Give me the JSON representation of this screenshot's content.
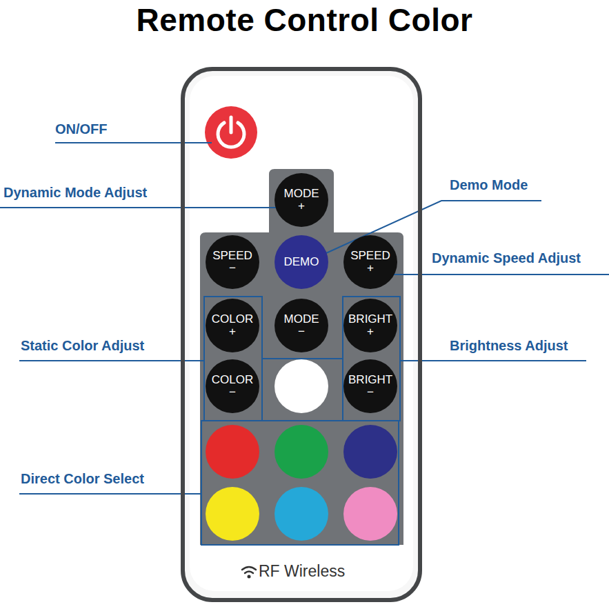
{
  "diagram": {
    "title": "Remote Control Color",
    "nodes": [
      {
        "text": [
          "RF Wireless"
        ]
      },
      {
        "text": [
          "MODE +"
        ],
        "in": 0
      },
      {
        "text": [
          "SPEED −"
        ],
        "in": 0
      },
      {
        "text": [
          "DEMO"
        ],
        "in": 0
      },
      {
        "text": [
          "SPEED +"
        ],
        "in": 0
      },
      {
        "text": [
          "COLOR +"
        ],
        "in": 0
      },
      {
        "text": [
          "MODE −"
        ],
        "in": 0
      },
      {
        "text": [
          "BRIGHT +"
        ],
        "in": 0
      },
      {
        "text": [
          "COLOR −"
        ],
        "in": 0
      },
      {
        "text": [
          "BRIGHT −"
        ],
        "in": 0
      }
    ],
    "labels": [
      "ON/OFF",
      "Dynamic Mode Adjust",
      "Demo Mode",
      "Dynamic Speed Adjust",
      "Static Color Adjust",
      "Brightness Adjust",
      "Direct Color Select"
    ]
  }
}
